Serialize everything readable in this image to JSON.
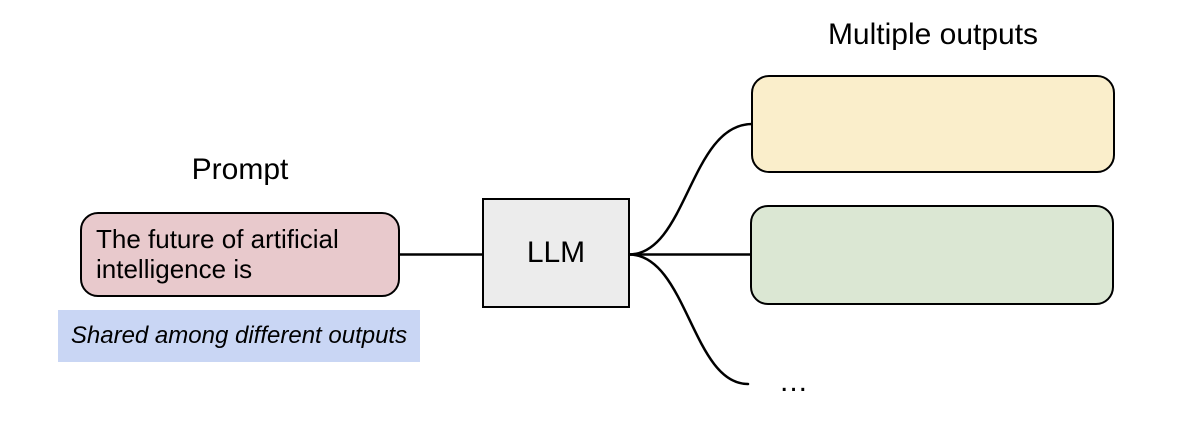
{
  "prompt": {
    "title": "Prompt",
    "box_text": "The future of artificial intelligence is",
    "box_fill": "#e8c9cc",
    "note_text": "Shared among different outputs",
    "note_fill": "#c9d6f4"
  },
  "llm": {
    "label": "LLM",
    "fill": "#ececec"
  },
  "outputs": {
    "title": "Multiple outputs",
    "box1_fill": "#faeecb",
    "box2_fill": "#dbe7d3",
    "ellipsis": "..."
  },
  "stroke": {
    "color": "#000000"
  }
}
